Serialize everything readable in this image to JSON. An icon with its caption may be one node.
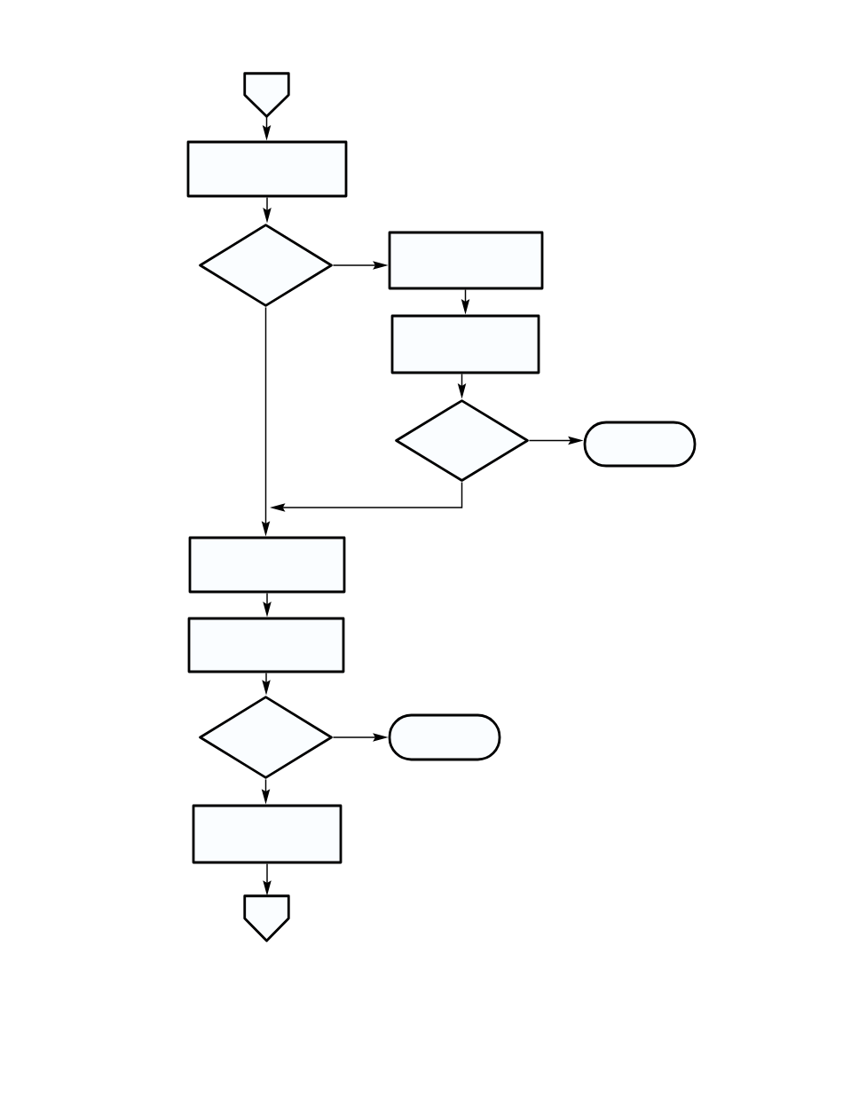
{
  "diagram": {
    "nodes": [
      {
        "text": [],
        "shape": "pentagon"
      },
      {
        "text": [],
        "shape": "box"
      },
      {
        "text": [],
        "shape": "diamond"
      },
      {
        "text": [],
        "shape": "box"
      },
      {
        "text": [],
        "shape": "box"
      },
      {
        "text": [],
        "shape": "diamond"
      },
      {
        "text": [],
        "shape": "capsule"
      },
      {
        "text": [],
        "shape": "box"
      },
      {
        "text": [],
        "shape": "box"
      },
      {
        "text": [],
        "shape": "diamond"
      },
      {
        "text": [],
        "shape": "capsule"
      },
      {
        "text": [],
        "shape": "box"
      },
      {
        "text": [],
        "shape": "pentagon"
      }
    ],
    "edges": [
      {
        "from": 0,
        "to": 1,
        "arrow": "to"
      },
      {
        "from": 1,
        "to": 2,
        "arrow": "to"
      },
      {
        "from": 2,
        "to": 3,
        "arrow": "to"
      },
      {
        "from": 3,
        "to": 4,
        "arrow": "to"
      },
      {
        "from": 4,
        "to": 5,
        "arrow": "to"
      },
      {
        "from": 5,
        "to": 6,
        "arrow": "to"
      },
      {
        "from": 2,
        "to": 7,
        "arrow": "to"
      },
      {
        "from": 5,
        "to": 7,
        "arrow": "to"
      },
      {
        "from": 7,
        "to": 8,
        "arrow": "to"
      },
      {
        "from": 8,
        "to": 9,
        "arrow": "to"
      },
      {
        "from": 9,
        "to": 10,
        "arrow": "to"
      },
      {
        "from": 9,
        "to": 11,
        "arrow": "to"
      },
      {
        "from": 11,
        "to": 12,
        "arrow": "to"
      }
    ]
  }
}
